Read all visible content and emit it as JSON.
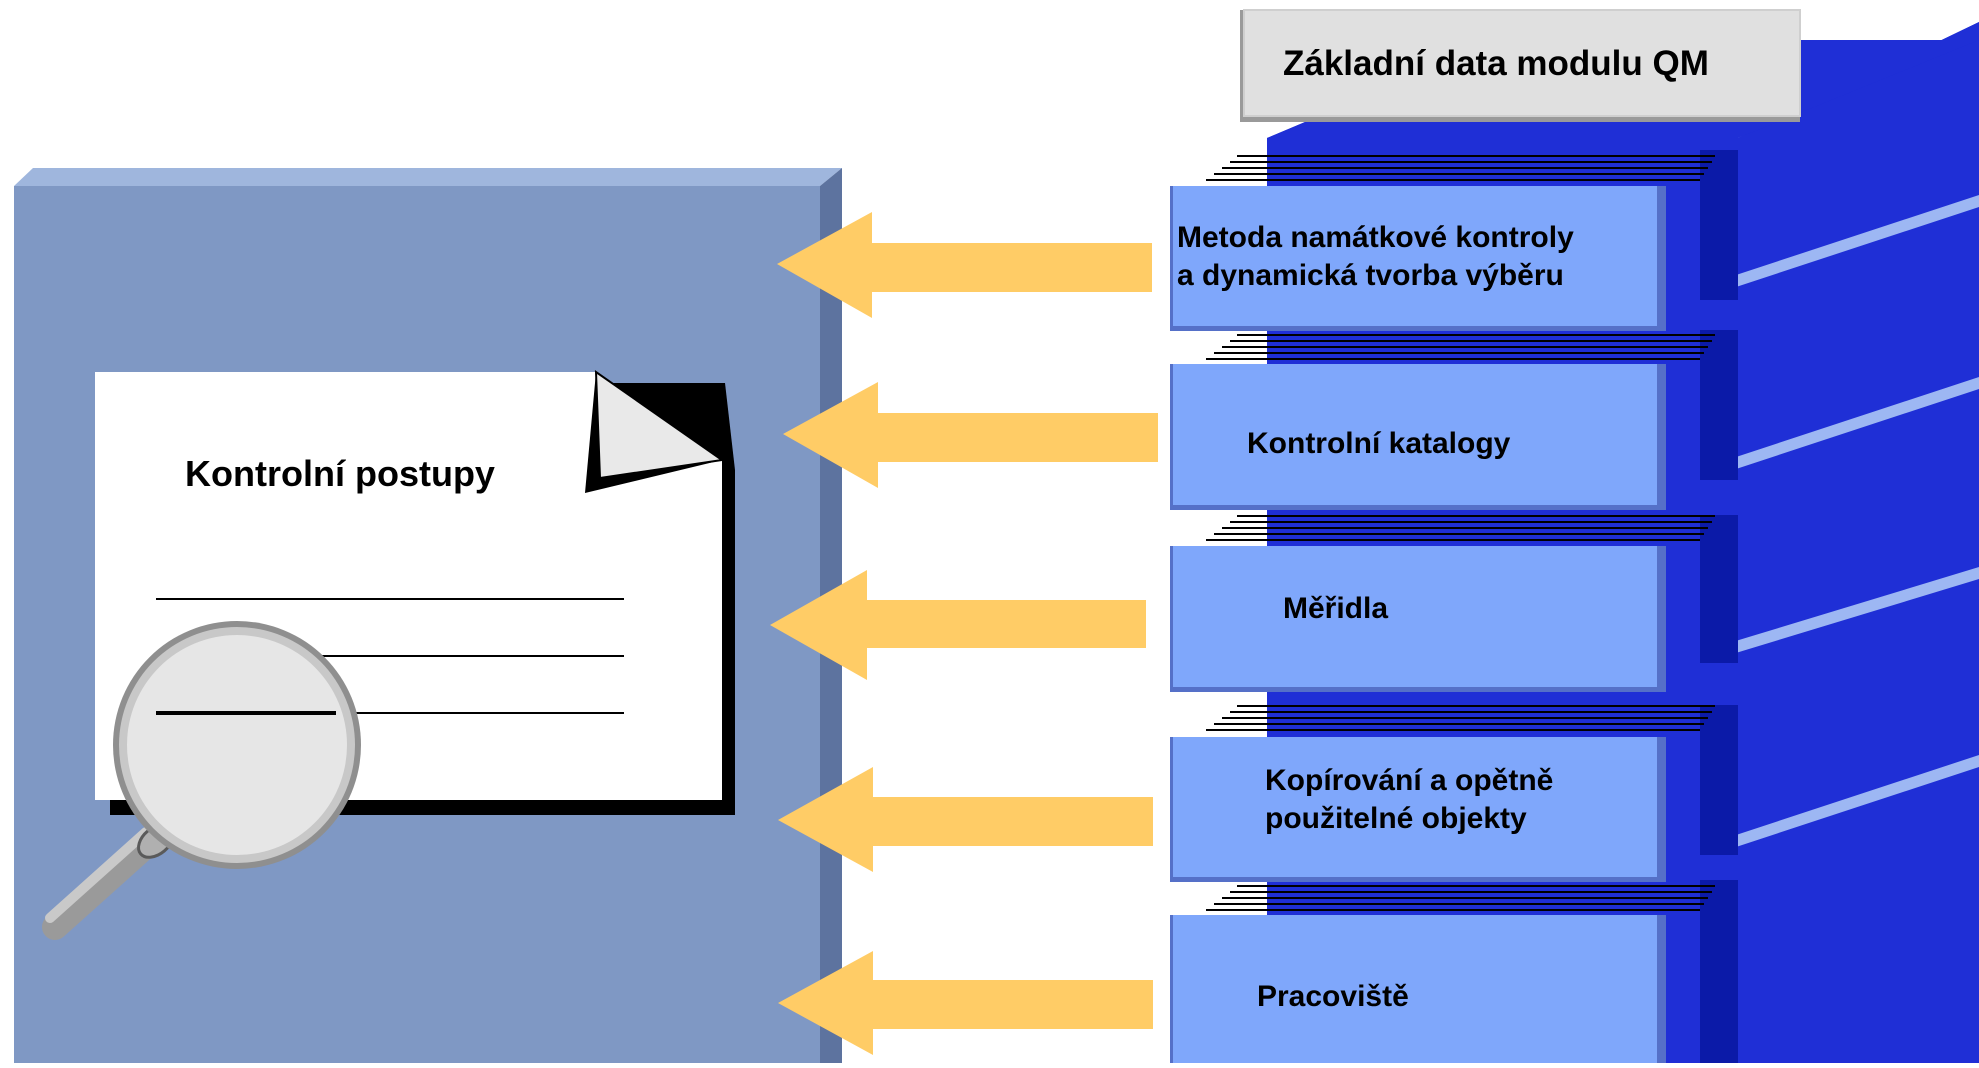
{
  "title": "Základní data modulu QM",
  "document": {
    "title": "Kontrolní postupy"
  },
  "items": [
    {
      "line1": "Metoda namátkové kontroly",
      "line2": "a dynamická tvorba výběru"
    },
    {
      "line1": "Kontrolní katalogy",
      "line2": ""
    },
    {
      "line1": "Měřidla",
      "line2": ""
    },
    {
      "line1": "Kopírování a opětně",
      "line2": "použitelné objekty"
    },
    {
      "line1": "Pracoviště",
      "line2": ""
    }
  ],
  "colors": {
    "panel": "#7f98c4",
    "panel_light": "#9fb6dd",
    "panel_dark": "#5d739f",
    "arrow": "#ffcc66",
    "stack_blue": "#1f2fd6",
    "stack_top": "#9db7f3",
    "box": "#7fa7fb",
    "title_box": "#e0e0e0"
  },
  "icons": [
    "magnifier-icon",
    "document-icon",
    "arrow-left-icon"
  ]
}
